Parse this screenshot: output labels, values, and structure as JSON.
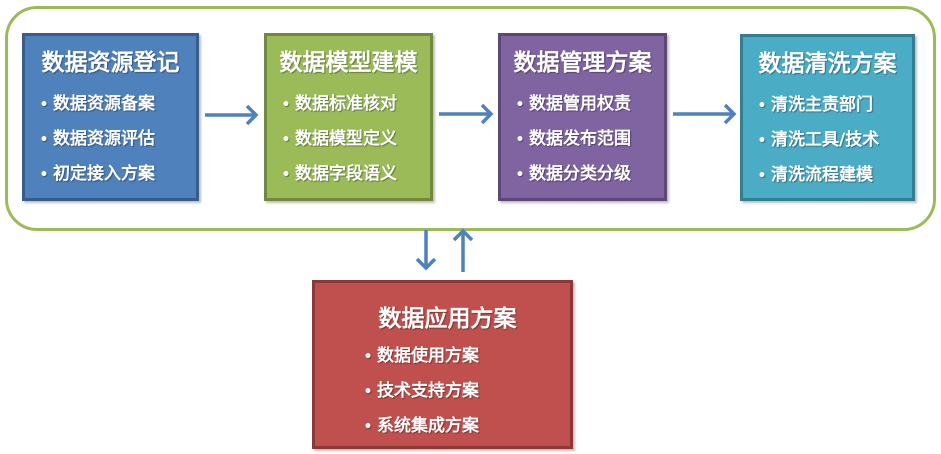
{
  "colors": {
    "container_border": "#9bbb59",
    "arrow": "#4f81bd",
    "register": "#4f81bd",
    "model": "#9bbb59",
    "manage": "#8064a2",
    "clean": "#4bacc6",
    "application": "#c0504d"
  },
  "stages": [
    {
      "title": "数据资源登记",
      "items": [
        "数据资源备案",
        "数据资源评估",
        "初定接入方案"
      ]
    },
    {
      "title": "数据模型建模",
      "items": [
        "数据标准核对",
        "数据模型定义",
        "数据字段语义"
      ]
    },
    {
      "title": "数据管理方案",
      "items": [
        "数据管用权责",
        "数据发布范围",
        "数据分类分级"
      ]
    },
    {
      "title": "数据清洗方案",
      "items": [
        "清洗主责部门",
        "清洗工具/技术",
        "清洗流程建模"
      ]
    }
  ],
  "application": {
    "title": "数据应用方案",
    "items": [
      "数据使用方案",
      "技术支持方案",
      "系统集成方案"
    ]
  },
  "bullet": "•",
  "connections": [
    {
      "from": "数据资源登记",
      "to": "数据模型建模",
      "direction": "right"
    },
    {
      "from": "数据模型建模",
      "to": "数据管理方案",
      "direction": "right"
    },
    {
      "from": "数据管理方案",
      "to": "数据清洗方案",
      "direction": "right"
    },
    {
      "from": "pipeline",
      "to": "数据应用方案",
      "direction": "down"
    },
    {
      "from": "数据应用方案",
      "to": "pipeline",
      "direction": "up"
    }
  ]
}
